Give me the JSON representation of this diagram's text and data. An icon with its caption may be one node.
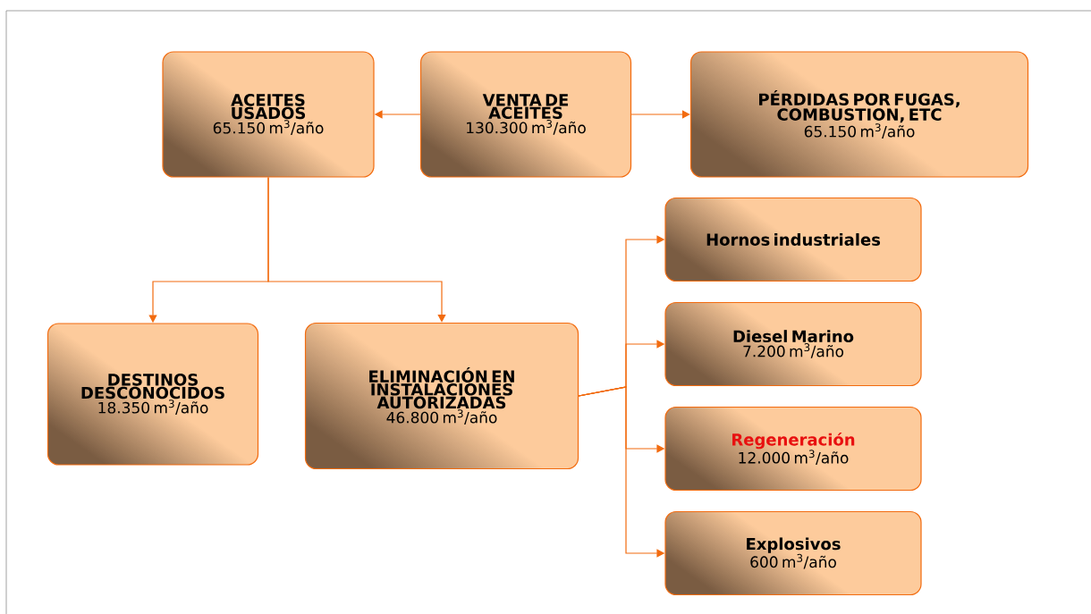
{
  "diagram": {
    "nodes": [
      {
        "text": [
          "ACEITES USADOS",
          "65.150 m$^{3}$/año"
        ]
      },
      {
        "text": [
          "VENTA DE ACEITES",
          "130.300 m$^{3}$/año"
        ]
      },
      {
        "text": [
          "PÉRDIDAS POR FUGAS, COMBUSTION, ETC",
          "65.150 m$^{3}$/año"
        ]
      },
      {
        "text": [
          "Hornos industriales"
        ]
      },
      {
        "text": [
          "DESTINOS DESCONOCIDOS",
          "18.350 m$^{3}$/año"
        ]
      },
      {
        "text": [
          "ELIMINACIÓN EN INSTALACIONES AUTORIZADAS",
          "46.800 m$^{3}$/año"
        ]
      },
      {
        "text": [
          "Diesel Marino",
          "7.200 m$^{3}$/año"
        ]
      },
      {
        "text": [
          "Regeneración",
          "12.000 m$^{3}$/año"
        ]
      },
      {
        "text": [
          "Explosivos",
          "600 m$^{3}$/año"
        ]
      }
    ],
    "edges": [
      {
        "from": 1,
        "to": 0,
        "arrow": "to"
      },
      {
        "from": 1,
        "to": 2,
        "arrow": "to"
      },
      {
        "from": 0,
        "to": 4,
        "arrow": "to"
      },
      {
        "from": 0,
        "to": 5,
        "arrow": "to"
      },
      {
        "from": 5,
        "to": 3,
        "arrow": "to"
      },
      {
        "from": 5,
        "to": 6,
        "arrow": "to"
      },
      {
        "from": 5,
        "to": 7,
        "arrow": "to"
      },
      {
        "from": 5,
        "to": 8,
        "arrow": "to"
      }
    ]
  }
}
